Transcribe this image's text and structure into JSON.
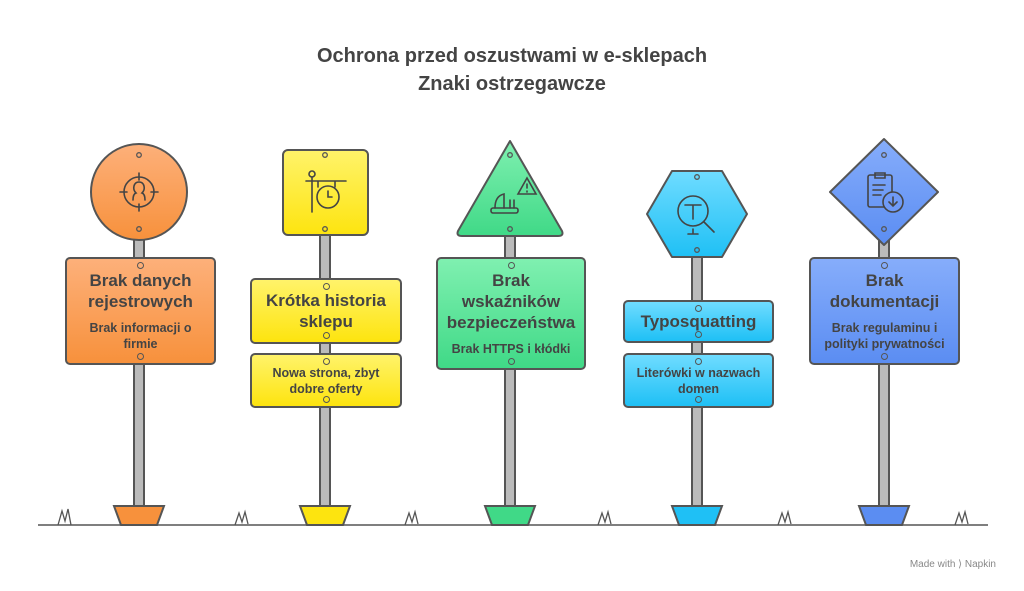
{
  "title": {
    "line1": "Ochrona przed oszustwami w e-sklepach",
    "line2": "Znaki ostrzegawcze"
  },
  "signs": [
    {
      "icon": "user-target-icon",
      "color": "#f7913c",
      "title": "Brak danych rejestrowych",
      "subtitle": "Brak informacji o firmie"
    },
    {
      "icon": "hanging-clock-sign-icon",
      "color": "#fde40f",
      "title": "Krótka historia sklepu",
      "subtitle": "Nowa strona, zbyt dobre oferty"
    },
    {
      "icon": "warning-helmet-icon",
      "color": "#40d987",
      "title": "Brak wskaźników bezpieczeństwa",
      "subtitle": "Brak HTTPS i kłódki"
    },
    {
      "icon": "text-search-icon",
      "color": "#1fc0f5",
      "title": "Typosquatting",
      "subtitle": "Literówki w nazwach domen"
    },
    {
      "icon": "clipboard-download-icon",
      "color": "#5b8df2",
      "title": "Brak dokumentacji",
      "subtitle": "Brak regulaminu i polityki prywatności"
    }
  ],
  "credit": "Made with ⟩ Napkin"
}
